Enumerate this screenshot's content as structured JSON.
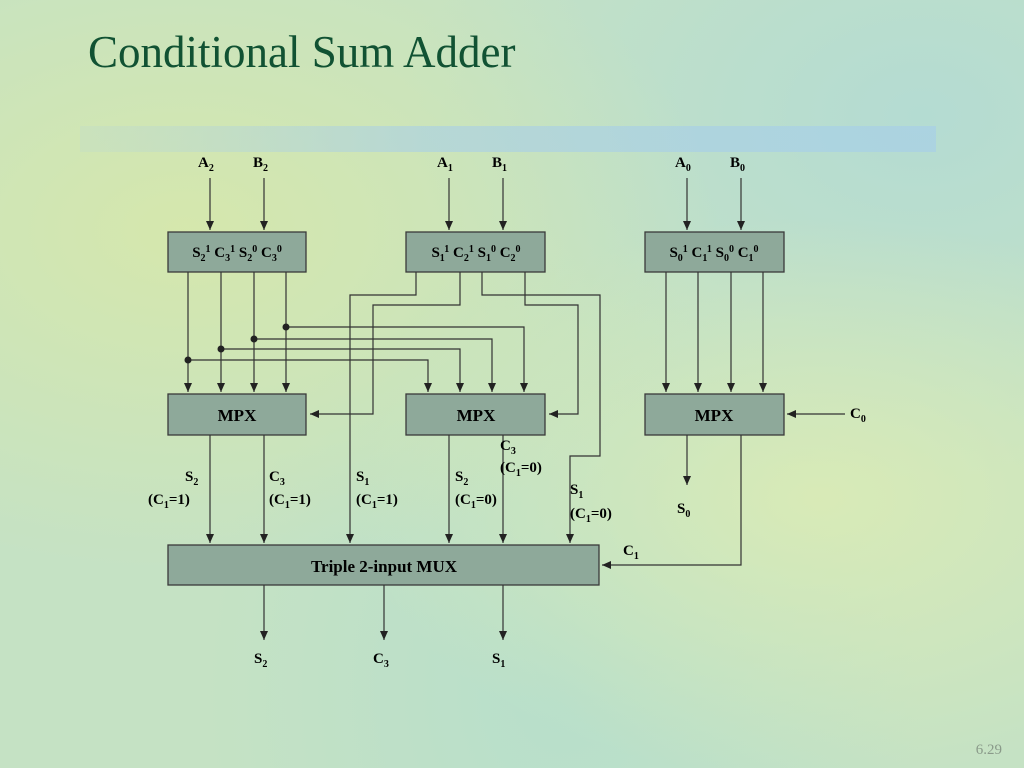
{
  "slide": {
    "title": "Conditional Sum Adder",
    "page_number": "6.29"
  },
  "diagram": {
    "inputs": [
      {
        "var": "A",
        "sub": "2"
      },
      {
        "var": "B",
        "sub": "2"
      },
      {
        "var": "A",
        "sub": "1"
      },
      {
        "var": "B",
        "sub": "1"
      },
      {
        "var": "A",
        "sub": "0"
      },
      {
        "var": "B",
        "sub": "0"
      }
    ],
    "adder_blocks": [
      {
        "terms": [
          {
            "v": "S",
            "sub": "2",
            "sup": "1"
          },
          {
            "v": "C",
            "sub": "3",
            "sup": "1"
          },
          {
            "v": "S",
            "sub": "2",
            "sup": "0"
          },
          {
            "v": "C",
            "sub": "3",
            "sup": "0"
          }
        ]
      },
      {
        "terms": [
          {
            "v": "S",
            "sub": "1",
            "sup": "1"
          },
          {
            "v": "C",
            "sub": "2",
            "sup": "1"
          },
          {
            "v": "S",
            "sub": "1",
            "sup": "0"
          },
          {
            "v": "C",
            "sub": "2",
            "sup": "0"
          }
        ]
      },
      {
        "terms": [
          {
            "v": "S",
            "sub": "0",
            "sup": "1"
          },
          {
            "v": "C",
            "sub": "1",
            "sup": "1"
          },
          {
            "v": "S",
            "sub": "0",
            "sup": "0"
          },
          {
            "v": "C",
            "sub": "1",
            "sup": "0"
          }
        ]
      }
    ],
    "mpx_label": "MPX",
    "mux_label": "Triple 2-input MUX",
    "carry_in": {
      "var": "C",
      "sub": "0"
    },
    "mpx_outputs": [
      {
        "var": "S",
        "sub": "2",
        "cond": "(C",
        "cond_sub": "1",
        "cond_rest": "=1)"
      },
      {
        "var": "C",
        "sub": "3",
        "cond": "(C",
        "cond_sub": "1",
        "cond_rest": "=1)"
      },
      {
        "var": "S",
        "sub": "1",
        "cond": "(C",
        "cond_sub": "1",
        "cond_rest": "=1)"
      },
      {
        "var": "S",
        "sub": "2",
        "cond": "(C",
        "cond_sub": "1",
        "cond_rest": "=0)"
      },
      {
        "var": "C",
        "sub": "3",
        "cond": "(C",
        "cond_sub": "1",
        "cond_rest": "=0)"
      },
      {
        "var": "S",
        "sub": "1",
        "cond": "(C",
        "cond_sub": "1",
        "cond_rest": "=0)"
      },
      {
        "var": "S",
        "sub": "0"
      }
    ],
    "mux_select": {
      "var": "C",
      "sub": "1"
    },
    "final_outputs": [
      {
        "var": "S",
        "sub": "2"
      },
      {
        "var": "C",
        "sub": "3"
      },
      {
        "var": "S",
        "sub": "1"
      }
    ]
  }
}
